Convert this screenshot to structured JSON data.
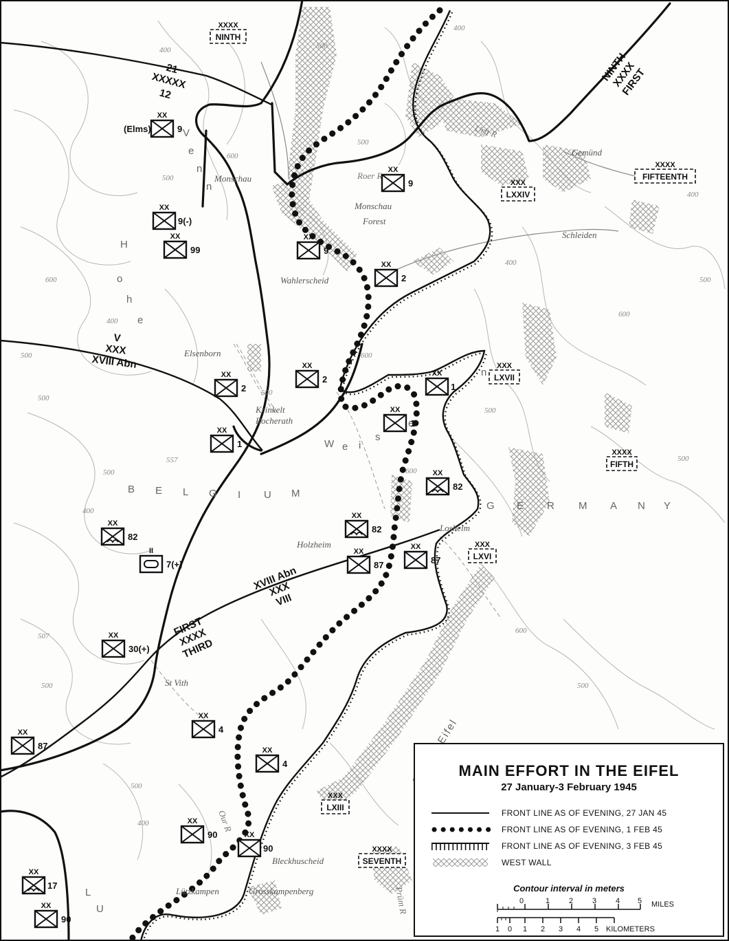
{
  "places": {
    "monschau": "Monschau",
    "monschau_forest_1": "Monschau",
    "monschau_forest_2": "Forest",
    "wahlerscheid": "Wahlerscheid",
    "elsenborn": "Elsenborn",
    "krinkelt_1": "Krinkelt",
    "krinkelt_2": "Rocherath",
    "holzheim": "Holzheim",
    "losheim": "Losheim",
    "st_vith": "St Vith",
    "gemund": "Gemünd",
    "schleiden": "Schleiden",
    "lutzkampen": "Lützkampen",
    "grosskampenberg": "Grosskampenberg",
    "bleckhuscheid": "Bleckhuscheid"
  },
  "regions": {
    "belgium": [
      "B",
      "E",
      "L",
      "G",
      "I",
      "U",
      "M"
    ],
    "germany": [
      "G",
      "E",
      "R",
      "M",
      "A",
      "N",
      "Y"
    ],
    "weisser": [
      "W",
      "e",
      "i",
      "s",
      "s",
      "e"
    ],
    "hohes": [
      "H",
      "o",
      "h",
      "e"
    ],
    "venn": [
      "V",
      "e",
      "n",
      "n"
    ],
    "lu": [
      "L",
      "U"
    ],
    "eifel": "Schnee Eifel"
  },
  "rivers": {
    "urft": "Urft R",
    "roer": "Roer R",
    "our": "Our R",
    "prum": "Prüm R"
  },
  "contours": [
    "400",
    "400",
    "500",
    "500",
    "600",
    "600",
    "500",
    "400",
    "500",
    "557",
    "500",
    "400",
    "500",
    "507",
    "500",
    "400",
    "500",
    "600",
    "600",
    "500",
    "500",
    "600",
    "500",
    "400",
    "400",
    "500",
    "500",
    "600"
  ],
  "boundaries": {
    "army_group_top": "21",
    "army_group_mark": "XXXXX",
    "army_group_bottom": "12",
    "ninth_first_top": "NINTH",
    "ninth_first_mark": "XXXX",
    "ninth_first_bottom": "FIRST",
    "corps_v_top": "V",
    "corps_v_mark": "XXX",
    "corps_v_bottom": "XVIII Abn",
    "corps_viii_top": "XVIII Abn",
    "corps_viii_mark": "XXX",
    "corps_viii_bottom": "VIII",
    "first_third_top": "FIRST",
    "first_third_mark": "XXXX",
    "first_third_bottom": "THIRD"
  },
  "units": [
    {
      "echelon": "XX",
      "label": "9",
      "prefix": "(Elms)"
    },
    {
      "echelon": "XX",
      "label": "9(-)"
    },
    {
      "echelon": "XX",
      "label": "99"
    },
    {
      "echelon": "XX",
      "label": "9"
    },
    {
      "echelon": "XX",
      "label": "9"
    },
    {
      "echelon": "XX",
      "label": "2"
    },
    {
      "echelon": "XX",
      "label": "2"
    },
    {
      "echelon": "XX",
      "label": "2"
    },
    {
      "echelon": "XX",
      "label": "1"
    },
    {
      "echelon": "XX",
      "label": "1"
    },
    {
      "echelon": "XX",
      "label": "1"
    },
    {
      "echelon": "XX",
      "label": "82"
    },
    {
      "echelon": "XX",
      "label": "82"
    },
    {
      "echelon": "XX",
      "label": "82"
    },
    {
      "echelon": "II",
      "label": "7(+)"
    },
    {
      "echelon": "XX",
      "label": "87"
    },
    {
      "echelon": "XX",
      "label": "87"
    },
    {
      "echelon": "XX",
      "label": "30(+)"
    },
    {
      "echelon": "XX",
      "label": "4"
    },
    {
      "echelon": "XX",
      "label": "4"
    },
    {
      "echelon": "XX",
      "label": "87"
    },
    {
      "echelon": "XX",
      "label": "90"
    },
    {
      "echelon": "XX",
      "label": "90"
    },
    {
      "echelon": "XX",
      "label": "17"
    },
    {
      "echelon": "XX",
      "label": "90"
    }
  ],
  "enemy": [
    {
      "echelon": "XXXX",
      "name": "NINTH"
    },
    {
      "echelon": "XXXX",
      "name": "FIFTEENTH"
    },
    {
      "echelon": "XXX",
      "name": "LXXIV"
    },
    {
      "echelon": "XXX",
      "name": "LXVII"
    },
    {
      "echelon": "XXXX",
      "name": "FIFTH"
    },
    {
      "echelon": "XXX",
      "name": "LXVI"
    },
    {
      "echelon": "XXX",
      "name": "LXIII"
    },
    {
      "echelon": "XXXX",
      "name": "SEVENTH"
    }
  ],
  "legend": {
    "title": "MAIN EFFORT IN THE EIFEL",
    "subtitle": "27 January-3 February 1945",
    "items": [
      "FRONT LINE AS OF EVENING, 27 JAN 45",
      "FRONT LINE AS OF EVENING,  1 FEB 45",
      "FRONT LINE AS OF EVENING,  3 FEB 45",
      "WEST WALL"
    ],
    "contour_note": "Contour interval in meters",
    "miles_ticks": [
      "0",
      "1",
      "2",
      "3",
      "4",
      "5"
    ],
    "miles_label": "MILES",
    "km_ticks": [
      "1",
      "0",
      "1",
      "2",
      "3",
      "4",
      "5"
    ],
    "km_label": "KILOMETERS"
  }
}
